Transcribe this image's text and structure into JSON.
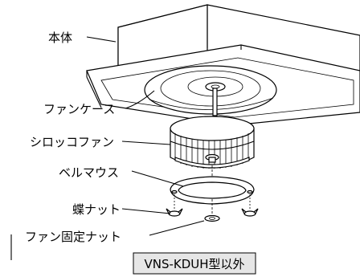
{
  "labels": {
    "body": "本体",
    "fan_case": "ファンケース",
    "sirocco_fan": "シロッコファン",
    "bellmouth": "ベルマウス",
    "wing_nut": "蝶ナット",
    "fan_fixing_nut": "ファン固定ナット"
  },
  "model_note": "VNS-KDUH型以外",
  "colors": {
    "line": "#000000",
    "background": "#ffffff",
    "badge_fill": "#e6e6e6"
  }
}
